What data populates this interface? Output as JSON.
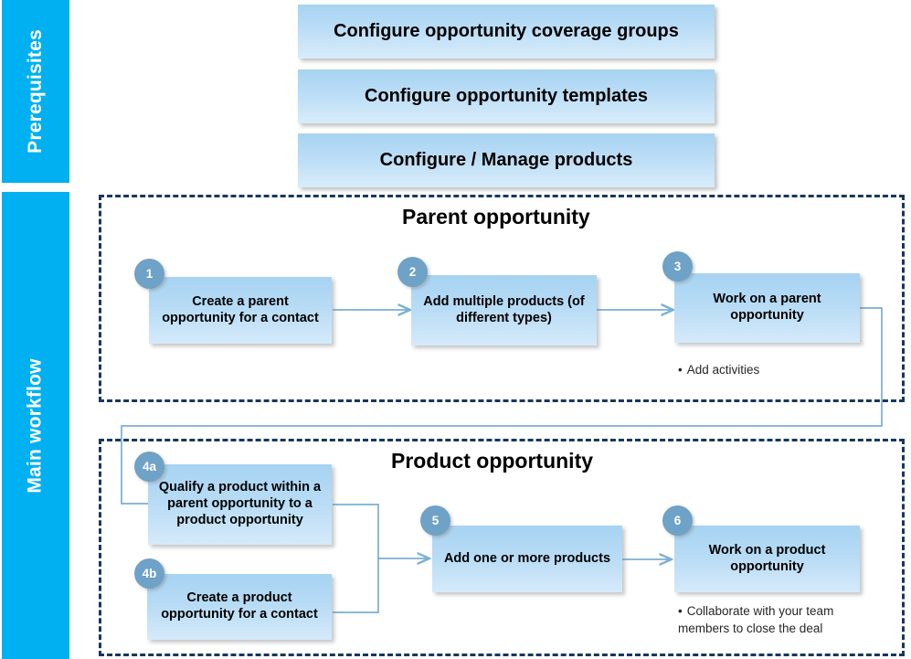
{
  "diagram": {
    "lanes": [
      {
        "id": "prerequisites",
        "label": "Prerequisites",
        "color": "#00B0F0"
      },
      {
        "id": "main-workflow",
        "label": "Main workflow",
        "color": "#00B0F0"
      }
    ],
    "prerequisites": [
      {
        "label": "Configure opportunity coverage groups"
      },
      {
        "label": "Configure opportunity templates"
      },
      {
        "label": "Configure / Manage products"
      }
    ],
    "groups": [
      {
        "id": "parent-opportunity",
        "title": "Parent opportunity"
      },
      {
        "id": "product-opportunity",
        "title": "Product opportunity"
      }
    ],
    "steps": [
      {
        "number": "1",
        "label": "Create a parent opportunity for a contact"
      },
      {
        "number": "2",
        "label": "Add multiple products (of different types)"
      },
      {
        "number": "3",
        "label": "Work on a parent opportunity"
      },
      {
        "number": "4a",
        "label": "Qualify a product within a parent opportunity to a product opportunity"
      },
      {
        "number": "4b",
        "label": "Create a product opportunity for a contact"
      },
      {
        "number": "5",
        "label": "Add one or more products"
      },
      {
        "number": "6",
        "label": "Work on a product opportunity"
      }
    ],
    "notes": [
      {
        "id": "note-add-activities",
        "bullet": "•",
        "text": "Add activities"
      },
      {
        "id": "note-collaborate",
        "bullet": "•",
        "text": "Collaborate with your team members to close the deal"
      }
    ],
    "colors": {
      "lane": "#00B0F0",
      "box_gradient_top": "#A6D3F2",
      "box_gradient_bottom": "#D5EAFA",
      "circle": "#6EA2C6",
      "dashed_border": "#17375E",
      "connector": "#7BAFD4",
      "text": "#000000",
      "note_text": "#262626"
    }
  }
}
